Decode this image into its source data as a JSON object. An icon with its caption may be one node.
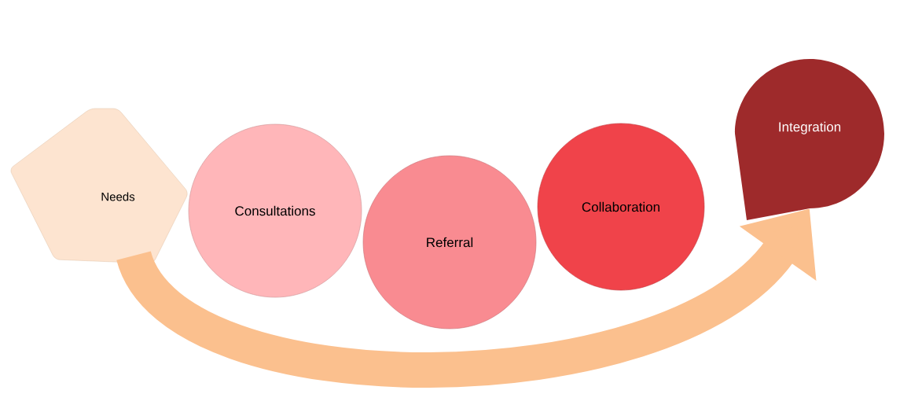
{
  "diagram": {
    "nodes": [
      {
        "text": [
          "Needs"
        ]
      },
      {
        "text": [
          "Consultations"
        ]
      },
      {
        "text": [
          "Referral"
        ]
      },
      {
        "text": [
          "Collaboration"
        ]
      },
      {
        "text": [
          "Integration"
        ]
      }
    ],
    "edges": [
      {
        "from": 0,
        "to": 4,
        "arrow": "to",
        "color": "#fbc08e"
      }
    ]
  }
}
